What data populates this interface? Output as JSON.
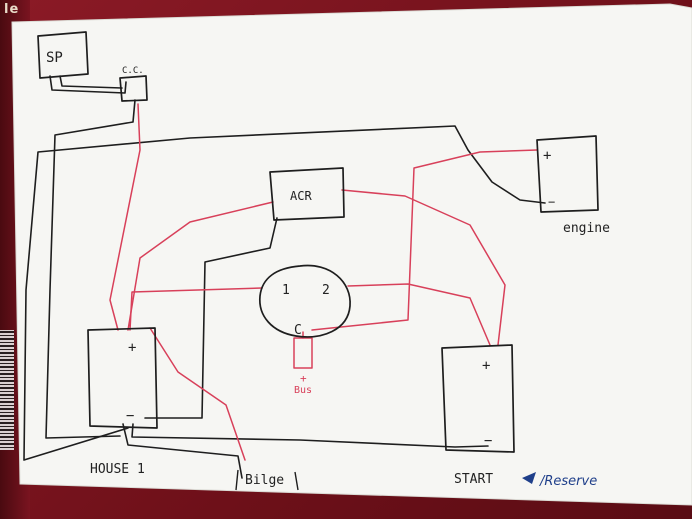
{
  "labels": {
    "sp": "SP",
    "cc": "C.C.",
    "acr": "ACR",
    "house": "HOUSE 1",
    "bilge": "Bilge",
    "start": "START",
    "reserve": "/Reserve",
    "engine": "engine",
    "bus": "Bus",
    "bus_plus": "+",
    "switch_1": "1",
    "switch_2": "2",
    "switch_c": "C",
    "plus": "+",
    "minus": "−",
    "corner": "le"
  },
  "colors": {
    "paper": "#f5f5f2",
    "black_wire": "#1e1e1e",
    "red_wire": "#d8405a",
    "blue_ink": "#1f3f8a",
    "background": "#7a1420"
  }
}
